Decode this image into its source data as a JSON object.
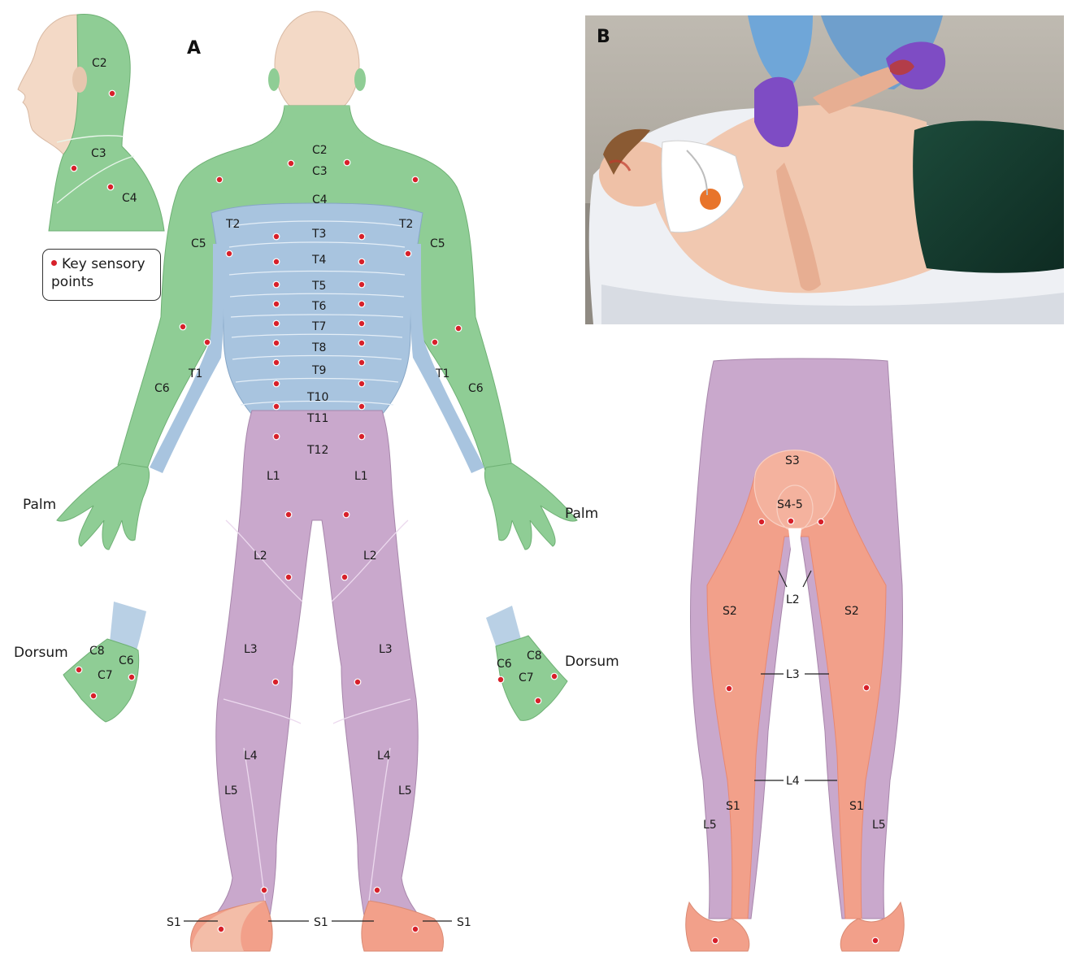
{
  "panels": {
    "a": "A",
    "b": "B"
  },
  "legend": {
    "text": "Key sensory points"
  },
  "colors": {
    "cervical": "#8fcd95",
    "thoracic": "#a8c4df",
    "lumbar": "#c9a8cc",
    "sacral": "#f2a08a",
    "skin": "#f3d9c6",
    "key_point": "#d7202a"
  },
  "head_inset": {
    "labels": [
      "C2",
      "C3",
      "C4"
    ]
  },
  "front_figure": {
    "neck": [
      "C2",
      "C3",
      "C4"
    ],
    "shoulders": [
      "C5",
      "C5"
    ],
    "upper_trunk": [
      "T2",
      "T2"
    ],
    "trunk": [
      "T3",
      "T4",
      "T5",
      "T6",
      "T7",
      "T8",
      "T9",
      "T10",
      "T11",
      "T12"
    ],
    "arms": [
      "C6",
      "T1",
      "T1",
      "C6"
    ],
    "palm_left": "Palm",
    "palm_right": "Palm",
    "thighs": [
      "L1",
      "L1",
      "L2",
      "L2",
      "L3",
      "L3"
    ],
    "legs": [
      "L4",
      "L4",
      "L5",
      "L5"
    ],
    "feet": [
      "S1",
      "S1",
      "S1"
    ]
  },
  "hands": {
    "left": {
      "title": "Dorsum",
      "labels": [
        "C8",
        "C6",
        "C7"
      ]
    },
    "right": {
      "title": "Dorsum",
      "labels": [
        "C6",
        "C8",
        "C7"
      ]
    }
  },
  "photo": {
    "icon": "patient-on-stretcher-photo"
  },
  "back_figure": {
    "labels": [
      "S3",
      "S4-5",
      "L2",
      "S2",
      "S2",
      "L3",
      "L4",
      "S1",
      "S1",
      "L5",
      "L5"
    ]
  }
}
